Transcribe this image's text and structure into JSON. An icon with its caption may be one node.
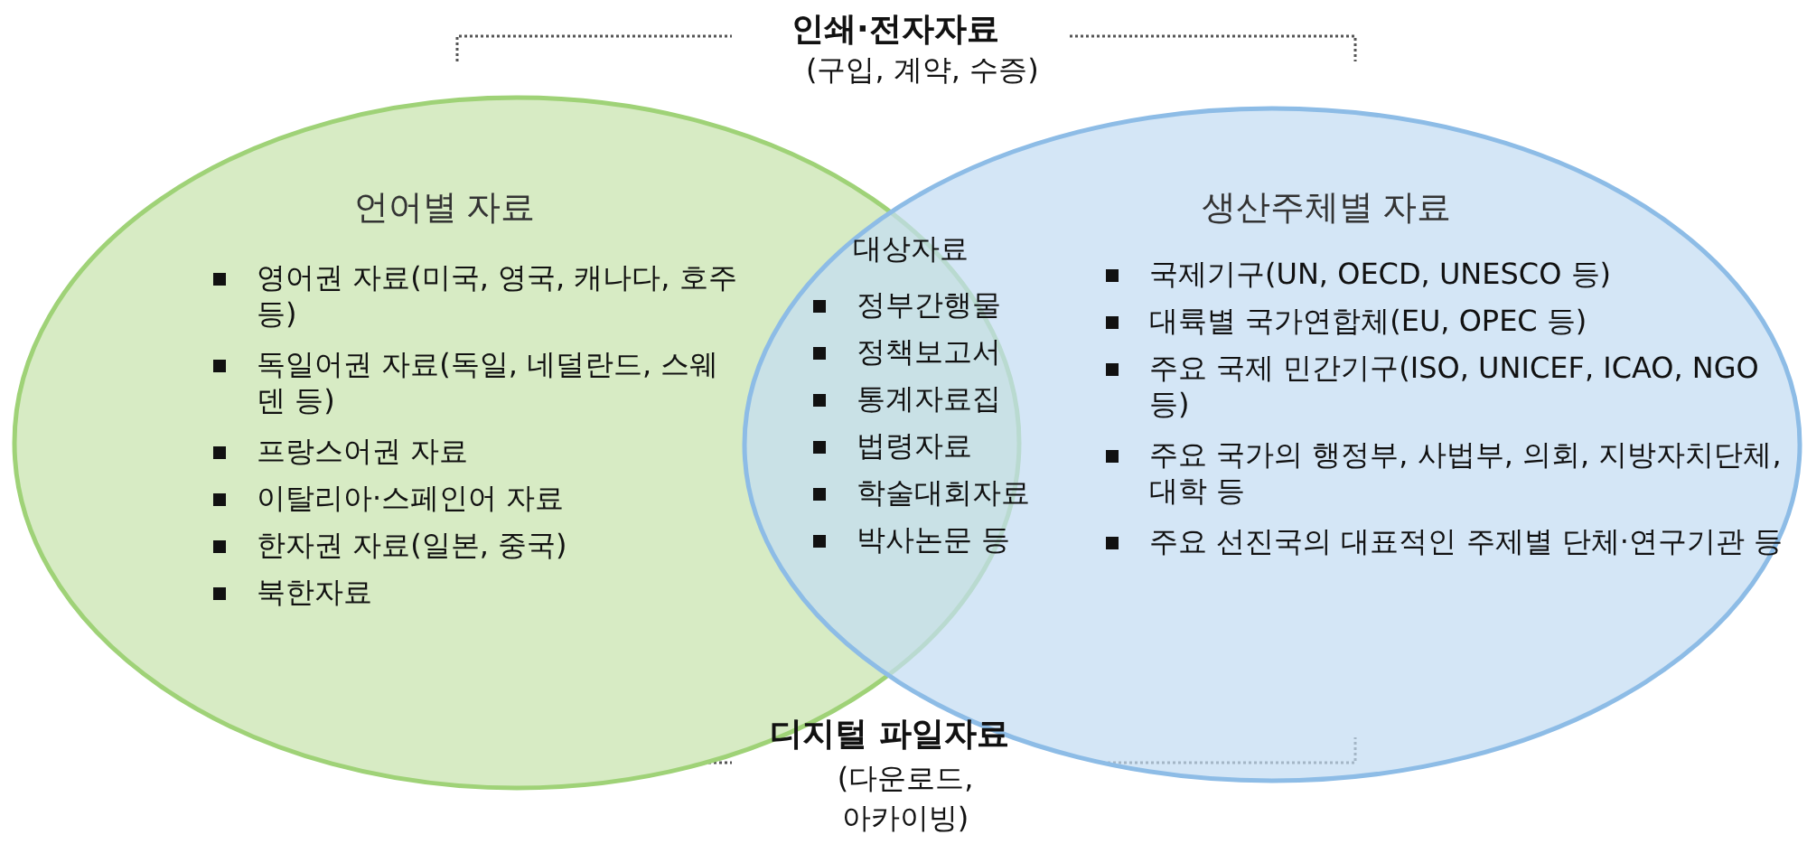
{
  "diagram": {
    "nodes": [
      {
        "text": [
          "언어별 자료",
          "영어권 자료(미국, 영국, 캐나다, 호주 등)",
          "독일어권 자료(독일, 네덜란드, 스웨덴 등)",
          "프랑스어권 자료",
          "이탈리아·스페인어 자료",
          "한자권 자료(일본, 중국)",
          "북한자료"
        ]
      },
      {
        "text": [
          "생산주체별 자료",
          "국제기구(UN, OECD, UNESCO 등)",
          "대륙별 국가연합체(EU, OPEC 등)",
          "주요 국제 민간기구(ISO, UNICEF, ICAO, NGO 등)",
          "주요 국가의 행정부, 사법부, 의회, 지방자치단체, 대학 등",
          "주요 선진국의 대표적인 주제별 단체·연구기관 등"
        ]
      }
    ],
    "labels": [
      "인쇄·전자자료",
      "(구입, 계약, 수증)",
      "대상자료",
      "정부간행물",
      "정책보고서",
      "통계자료집",
      "법령자료",
      "학술대회자료",
      "박사논문 등",
      "디지털 파일자료",
      "(다운로드, 아카이빙)"
    ]
  }
}
